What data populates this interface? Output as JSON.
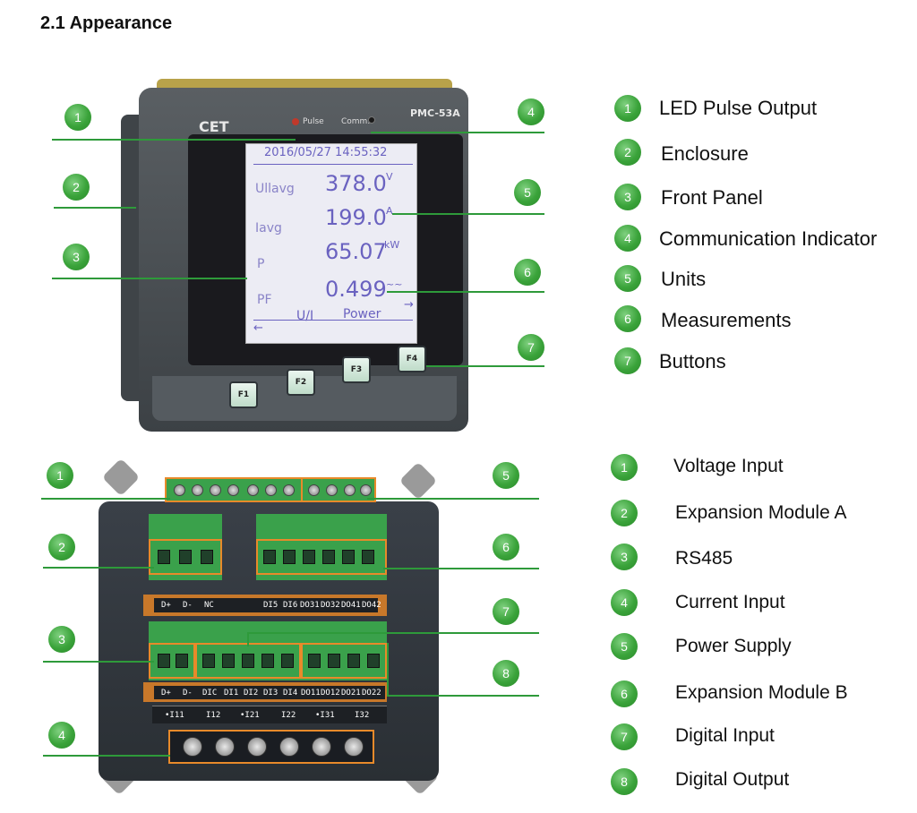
{
  "section_title": "2.1 Appearance",
  "front": {
    "logo": "CET",
    "model": "PMC-53A",
    "pulse_label": "Pulse",
    "comm_label": "Comm.",
    "lcd": {
      "datetime": "2016/05/27 14:55:32",
      "rows": [
        {
          "name": "Ullavg",
          "value": "378.0",
          "unit": "V"
        },
        {
          "name": "Iavg",
          "value": "199.0",
          "unit": "A"
        },
        {
          "name": "P",
          "value": "65.07",
          "unit": "kW"
        },
        {
          "name": "PF",
          "value": "0.499",
          "unit": "~~"
        }
      ],
      "nav": {
        "left": "←",
        "tab1": "U/I",
        "tab2": "Power",
        "right": "→"
      }
    },
    "keys": [
      "F1",
      "F2",
      "F3",
      "F4"
    ],
    "callout_numbers": [
      "1",
      "2",
      "3",
      "4",
      "5",
      "6",
      "7"
    ],
    "legend": [
      {
        "num": "1",
        "label": "LED Pulse Output"
      },
      {
        "num": "2",
        "label": "Enclosure"
      },
      {
        "num": "3",
        "label": "Front Panel"
      },
      {
        "num": "4",
        "label": "Communication Indicator"
      },
      {
        "num": "5",
        "label": "Units"
      },
      {
        "num": "6",
        "label": "Measurements"
      },
      {
        "num": "7",
        "label": "Buttons"
      }
    ]
  },
  "rear": {
    "top_labels": [
      "D+",
      "D-",
      "NC",
      "DI5",
      "DI6",
      "DO31",
      "DO32",
      "DO41",
      "DO42"
    ],
    "bottom_labels": [
      "D+",
      "D-",
      "DIC",
      "DI1",
      "DI2",
      "DI3",
      "DI4",
      "DO11",
      "DO12",
      "DO21",
      "DO22"
    ],
    "current_labels": [
      "•I11",
      "I12",
      "•I21",
      "I22",
      "•I31",
      "I32"
    ],
    "callout_numbers": [
      "1",
      "2",
      "3",
      "4",
      "5",
      "6",
      "7",
      "8"
    ],
    "legend": [
      {
        "num": "1",
        "label": "Voltage Input"
      },
      {
        "num": "2",
        "label": "Expansion Module A"
      },
      {
        "num": "3",
        "label": "RS485"
      },
      {
        "num": "4",
        "label": "Current Input"
      },
      {
        "num": "5",
        "label": "Power Supply"
      },
      {
        "num": "6",
        "label": "Expansion Module B"
      },
      {
        "num": "7",
        "label": "Digital Input"
      },
      {
        "num": "8",
        "label": "Digital Output"
      }
    ]
  },
  "colors": {
    "badge_green": "#3aa33a",
    "callout_line": "#2e9a3a",
    "highlight_orange": "#e88a2a",
    "lcd_text": "#6a62c0"
  }
}
